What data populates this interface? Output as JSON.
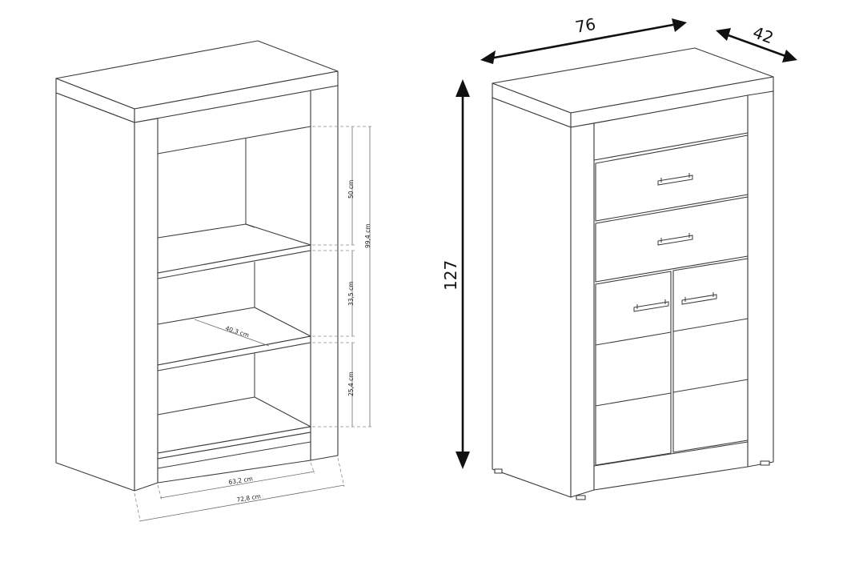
{
  "left_view": {
    "labels": {
      "shelf_top_height": "50 cm",
      "shelf_mid_height": "33,5 cm",
      "shelf_bottom_height": "25,4 cm",
      "inner_total_height": "99,4 cm",
      "shelf_depth": "40,3 cm",
      "inner_width": "63,2 cm",
      "outer_width": "72,8 cm"
    }
  },
  "right_view": {
    "labels": {
      "width": "76",
      "depth": "42",
      "height": "127"
    }
  }
}
